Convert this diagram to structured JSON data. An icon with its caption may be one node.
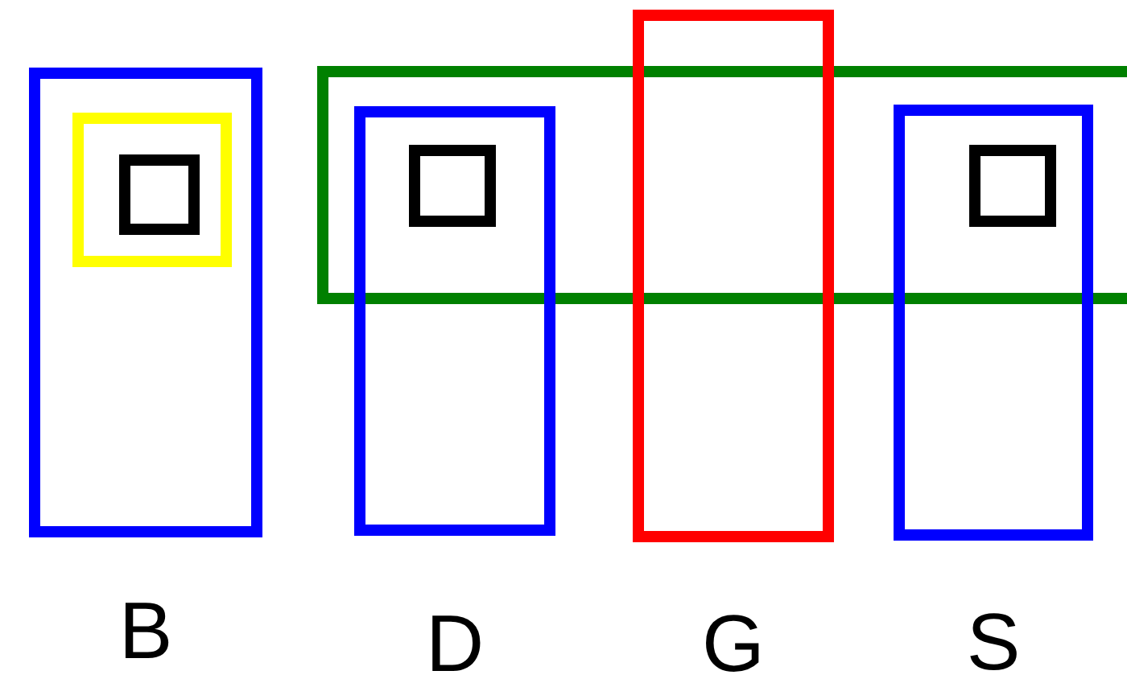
{
  "diagram": {
    "nodes": [
      {
        "text": [
          "B"
        ]
      },
      {
        "text": [],
        "shape": "box",
        "in": 0
      },
      {
        "text": [],
        "shape": "box",
        "in": 1
      },
      {
        "text": [],
        "shape": "box"
      },
      {
        "text": [
          "D"
        ]
      },
      {
        "text": [],
        "shape": "box"
      },
      {
        "text": [
          "G"
        ]
      },
      {
        "text": [
          "S"
        ]
      },
      {
        "text": [],
        "shape": "box"
      }
    ]
  }
}
